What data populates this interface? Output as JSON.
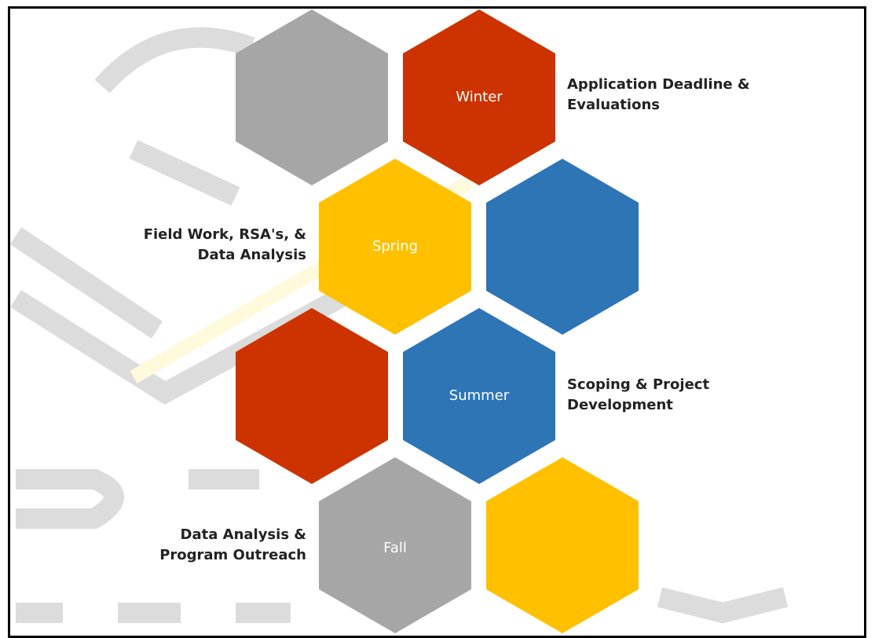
{
  "colors": {
    "gray": "#a6a6a6",
    "red": "#cc3300",
    "yellow": "#ffc000",
    "blue": "#2e75b6",
    "background_pattern": "#dcdcdc"
  },
  "seasons": {
    "winter": {
      "label": "Winter",
      "description_line1": "Application Deadline &",
      "description_line2": "Evaluations"
    },
    "spring": {
      "label": "Spring",
      "description_line1": "Field Work, RSA's, &",
      "description_line2": "Data Analysis"
    },
    "summer": {
      "label": "Summer",
      "description_line1": "Scoping & Project",
      "description_line2": "Development"
    },
    "fall": {
      "label": "Fall",
      "description_line1": "Data Analysis &",
      "description_line2": "Program Outreach"
    }
  }
}
